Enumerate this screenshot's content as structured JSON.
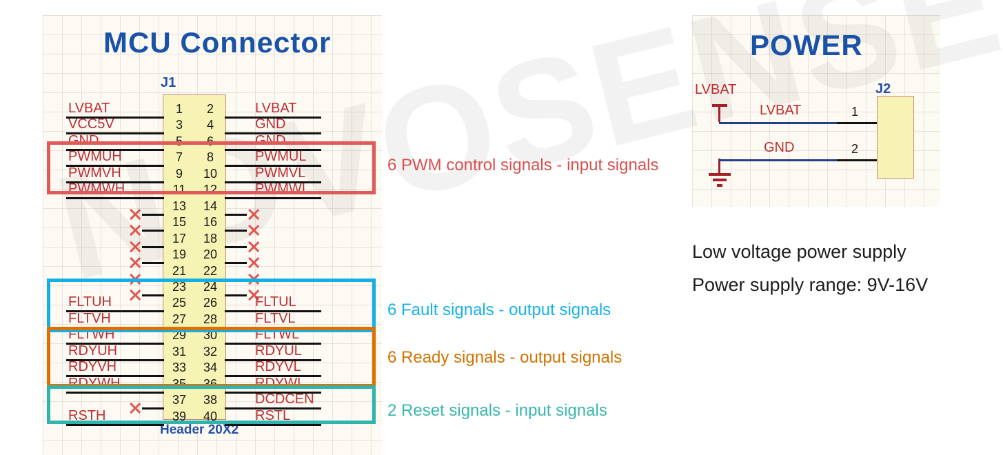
{
  "watermark": "NOVOSENSE",
  "colors": {
    "net_red": "#bb2d33",
    "title_blue": "#1a52a8",
    "body_yellow": "#f7f3b4",
    "pwm_box": "#e05a5a",
    "fault_box": "#14b0e5",
    "ready_box": "#df7000",
    "reset_box": "#2fb5ad",
    "wire_black": "#111111",
    "wire_blue": "#243f86",
    "symbol_red": "#a41f28"
  },
  "mcu": {
    "title": "MCU  Connector",
    "refdes": "J1",
    "part_name": "Header 20X2",
    "pins": [
      {
        "num_l": "1",
        "num_r": "2",
        "left": "LVBAT",
        "right": "LVBAT"
      },
      {
        "num_l": "3",
        "num_r": "4",
        "left": "VCC5V",
        "right": "GND"
      },
      {
        "num_l": "5",
        "num_r": "6",
        "left": "GND",
        "right": "GND"
      },
      {
        "num_l": "7",
        "num_r": "8",
        "left": "PWMUH",
        "right": "PWMUL"
      },
      {
        "num_l": "9",
        "num_r": "10",
        "left": "PWMVH",
        "right": "PWMVL"
      },
      {
        "num_l": "11",
        "num_r": "12",
        "left": "PWMWH",
        "right": "PWMWL"
      },
      {
        "num_l": "13",
        "num_r": "14",
        "left": "NC",
        "right": "NC"
      },
      {
        "num_l": "15",
        "num_r": "16",
        "left": "NC",
        "right": "NC"
      },
      {
        "num_l": "17",
        "num_r": "18",
        "left": "NC",
        "right": "NC"
      },
      {
        "num_l": "19",
        "num_r": "20",
        "left": "NC",
        "right": "NC"
      },
      {
        "num_l": "21",
        "num_r": "22",
        "left": "NC",
        "right": "NC"
      },
      {
        "num_l": "23",
        "num_r": "24",
        "left": "NC",
        "right": "NC"
      },
      {
        "num_l": "25",
        "num_r": "26",
        "left": "FLTUH",
        "right": "FLTUL"
      },
      {
        "num_l": "27",
        "num_r": "28",
        "left": "FLTVH",
        "right": "FLTVL"
      },
      {
        "num_l": "29",
        "num_r": "30",
        "left": "FLTWH",
        "right": "FLTWL"
      },
      {
        "num_l": "31",
        "num_r": "32",
        "left": "RDYUH",
        "right": "RDYUL"
      },
      {
        "num_l": "33",
        "num_r": "34",
        "left": "RDYVH",
        "right": "RDYVL"
      },
      {
        "num_l": "35",
        "num_r": "36",
        "left": "RDYWH",
        "right": "RDYWL"
      },
      {
        "num_l": "37",
        "num_r": "38",
        "left": "NC",
        "right": "DCDCEN"
      },
      {
        "num_l": "39",
        "num_r": "40",
        "left": "RSTH",
        "right": "RSTL"
      }
    ]
  },
  "power": {
    "title": "POWER",
    "refdes": "J2",
    "port_label": "LVBAT",
    "pins": [
      {
        "num": "1",
        "net": "LVBAT"
      },
      {
        "num": "2",
        "net": "GND"
      }
    ],
    "notes": [
      "Low voltage power supply",
      "Power supply range: 9V-16V"
    ]
  },
  "annotations": [
    {
      "text": "6 PWM control signals - input signals",
      "color": "#d8504f"
    },
    {
      "text": "6 Fault signals - output signals",
      "color": "#15b2e6"
    },
    {
      "text": "6 Ready signals - output signals",
      "color": "#d07200"
    },
    {
      "text": "2 Reset signals - input signals",
      "color": "#3ab7ad"
    }
  ]
}
